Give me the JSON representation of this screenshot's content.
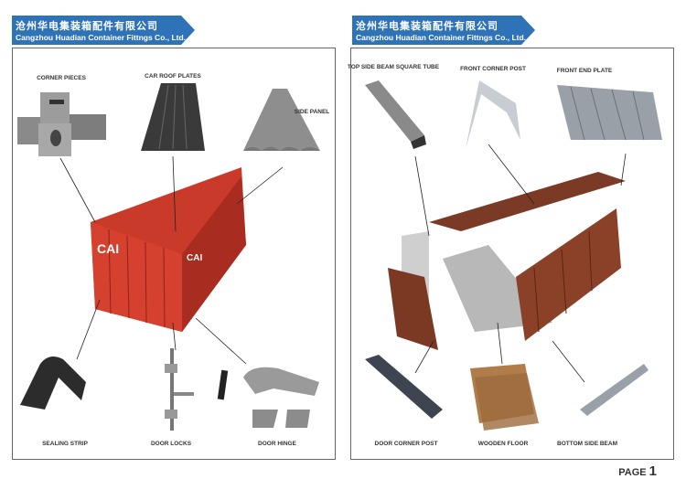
{
  "header": {
    "company_cn": "沧州华电集装箱配件有限公司",
    "company_en": "Cangzhou Huadian Container Fittngs Co., Ltd.",
    "banner_color": "#2e73b8"
  },
  "left_panel": {
    "container_mark": "CAI",
    "labels": [
      "CORNER PIECES",
      "CAR ROOF PLATES",
      "SIDE PANEL",
      "SEALING STRIP",
      "DOOR LOCKS",
      "DOOR HINGE"
    ]
  },
  "right_panel": {
    "labels": [
      "TOP SIDE BEAM SQUARE TUBE",
      "FRONT CORNER POST",
      "FRONT END PLATE",
      "DOOR CORNER POST",
      "WOODEN FLOOR",
      "BOTTOM SIDE BEAM"
    ]
  },
  "footer": {
    "page_label": "PAGE",
    "page_number": "1"
  }
}
